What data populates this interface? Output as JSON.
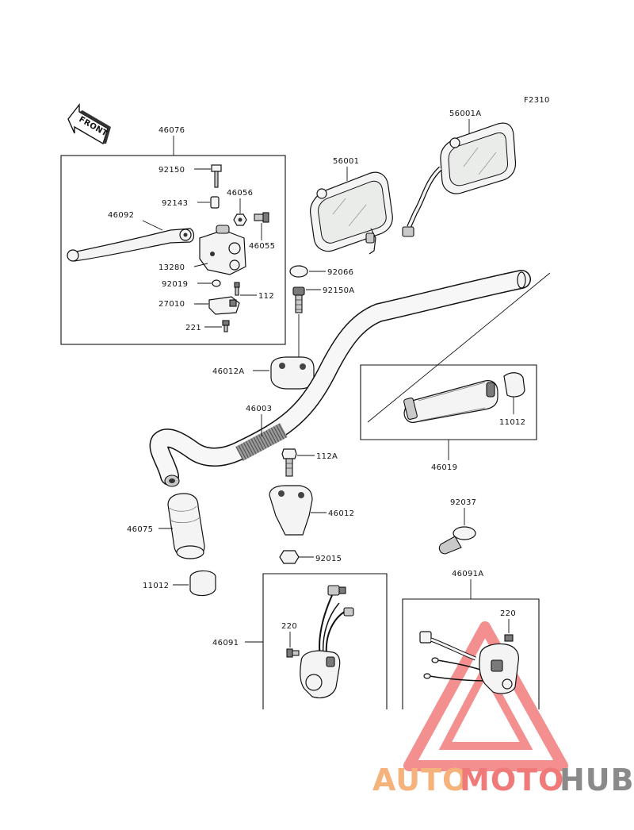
{
  "diagram": {
    "figure_code": "F2310",
    "front_arrow_text": "FRONT",
    "labels": {
      "p46076": "46076",
      "p92150": "92150",
      "p92143": "92143",
      "p46056": "46056",
      "p46092": "46092",
      "p46055": "46055",
      "p13280": "13280",
      "p92019": "92019",
      "p112": "112",
      "p27010": "27010",
      "p221": "221",
      "p56001": "56001",
      "p56001A": "56001A",
      "p92066": "92066",
      "p92150A": "92150A",
      "p46012A": "46012A",
      "p46003": "46003",
      "p11012_right": "11012",
      "p46019": "46019",
      "p112A": "112A",
      "p46012": "46012",
      "p46075": "46075",
      "p92015": "92015",
      "p92037": "92037",
      "p11012_left": "11012",
      "p46091A": "46091A",
      "p220_left": "220",
      "p220_right": "220",
      "p46091": "46091"
    }
  },
  "watermark": {
    "part1": "AUTO",
    "part2": "MOTO",
    "part3": "HUB",
    "colors": {
      "auto": "#f5b27a",
      "moto": "#f07a7a",
      "hub": "#8a8a8a",
      "triangle": "#f06a6a"
    }
  }
}
